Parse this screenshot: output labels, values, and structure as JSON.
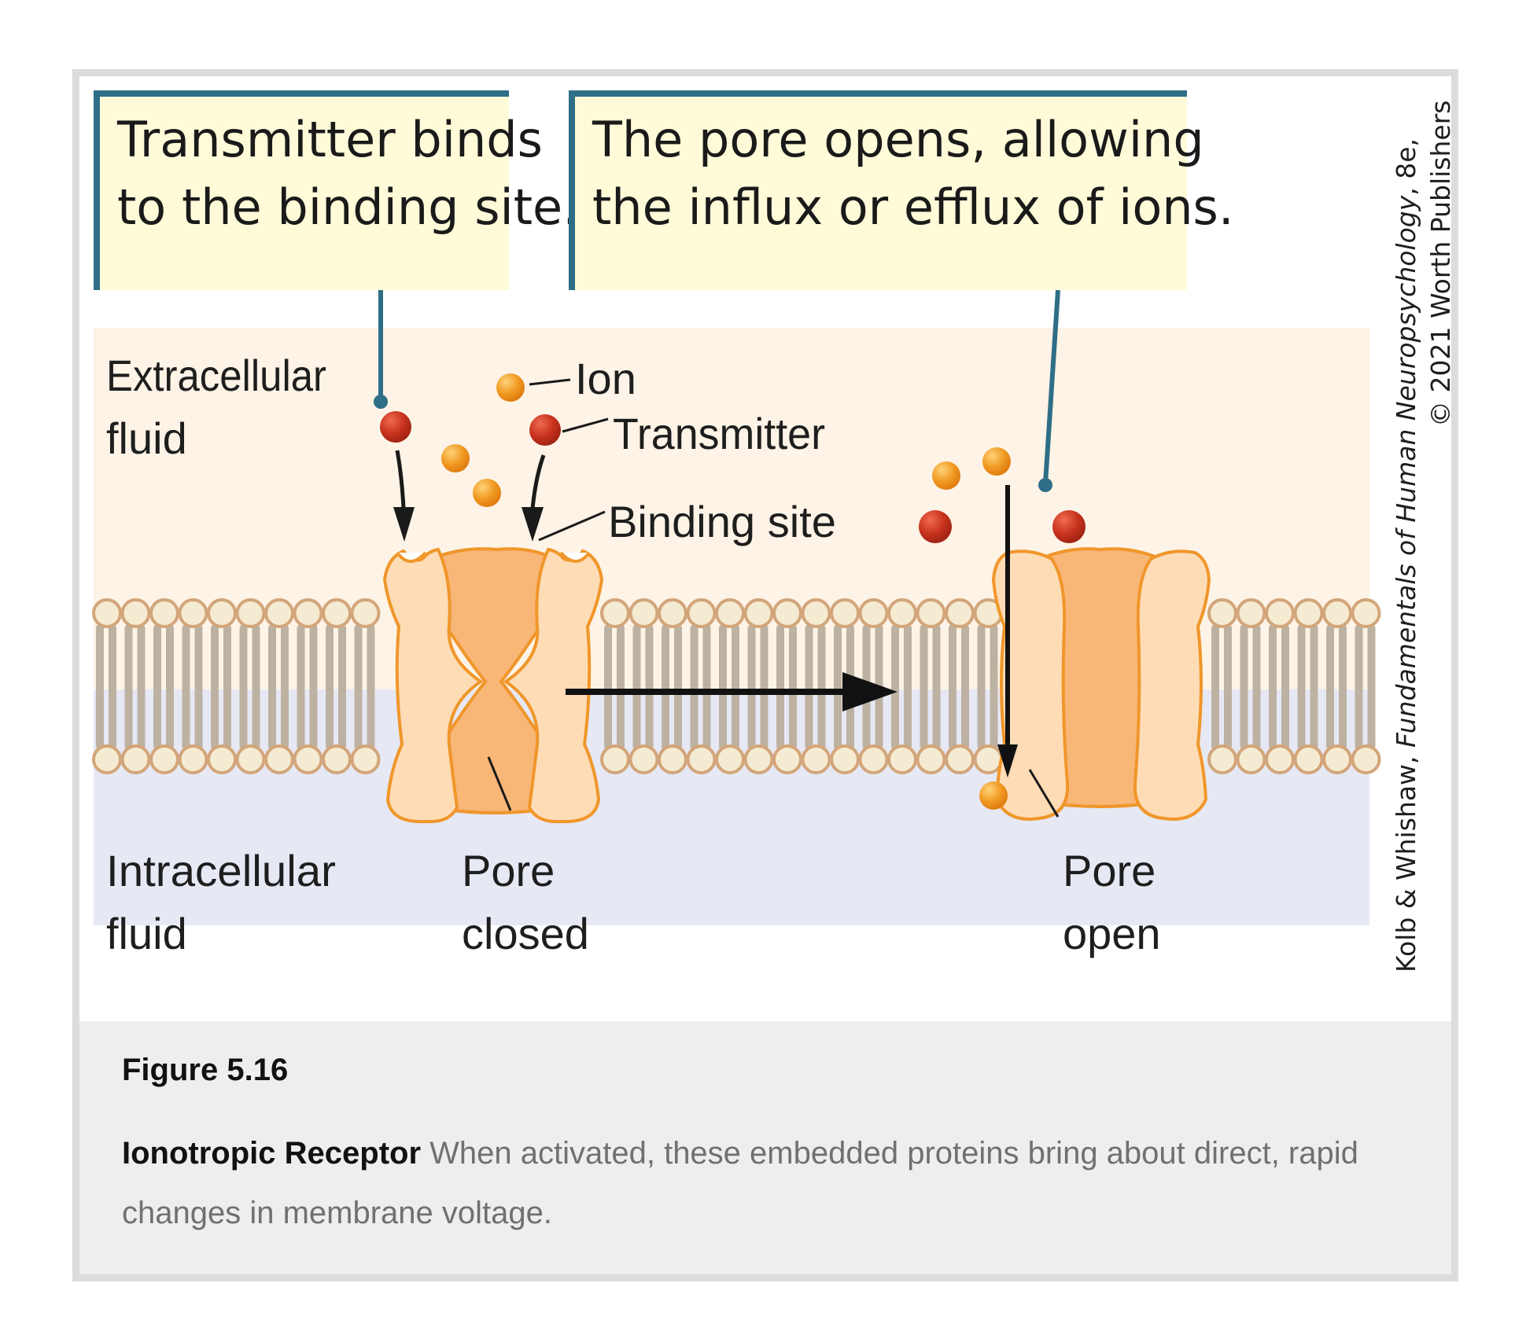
{
  "callouts": {
    "left": {
      "line1": "Transmitter binds",
      "line2": "to the binding site."
    },
    "right": {
      "line1": "The pore opens, allowing",
      "line2": "the influx or efflux of ions."
    }
  },
  "labels": {
    "extracellular_line1": "Extracellular",
    "extracellular_line2": "fluid",
    "intracellular_line1": "Intracellular",
    "intracellular_line2": "fluid",
    "ion": "Ion",
    "transmitter": "Transmitter",
    "binding_site": "Binding site",
    "pore_closed_line1": "Pore",
    "pore_closed_line2": "closed",
    "pore_open_line1": "Pore",
    "pore_open_line2": "open"
  },
  "credit": {
    "line1_prefix": "Kolb & Whishaw, ",
    "line1_italic": "Fundamentals of Human Neuropsychology",
    "line1_suffix": ", 8e,",
    "line2": "© 2021 Worth Publishers"
  },
  "caption": {
    "figure_number": "Figure 5.16",
    "title": "Ionotropic Receptor",
    "text": " When activated, these embedded proteins bring about direct, rapid changes in membrane voltage."
  },
  "colors": {
    "callout_bg": "#fffbd9",
    "callout_border": "#2e6e86",
    "extracellular_bg": "#fdf3e6",
    "intracellular_bg": "#e6e8f4",
    "ion": "#f09a22",
    "transmitter": "#c8321e",
    "protein_fill": "#fddcb6",
    "protein_pore": "#f8b677",
    "protein_stroke": "#f0962a",
    "lipid_head": "#f4ebd2",
    "lipid_head_stroke": "#d3a57a",
    "lipid_tail": "#bdb2a2"
  }
}
